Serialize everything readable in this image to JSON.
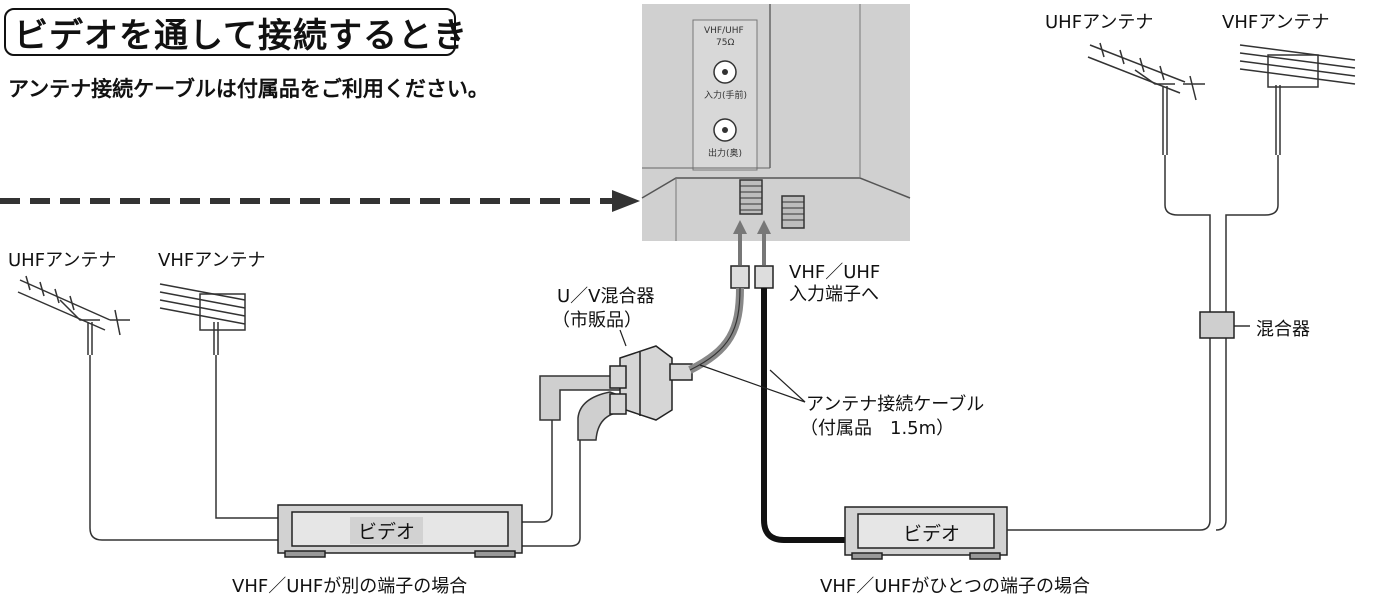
{
  "header": {
    "title": "ビデオを通して接続するとき",
    "subtitle": "アンテナ接続ケーブルは付属品をご利用ください。"
  },
  "panel": {
    "jack_label": "VHF/UHF",
    "impedance": "75Ω",
    "input_label": "入力(手前)",
    "output_label": "出力(奥)"
  },
  "left_setup": {
    "uhf_antenna": "UHFアンテナ",
    "vhf_antenna": "VHFアンテナ",
    "mixer_line1": "U／V混合器",
    "mixer_line2": "（市販品）",
    "vcr_label": "ビデオ",
    "caption": "VHF／UHFが別の端子の場合"
  },
  "center": {
    "terminal_line1": "VHF／UHF",
    "terminal_line2": "入力端子へ",
    "cable_line1": "アンテナ接続ケーブル",
    "cable_line2": "（付属品　1.5m）"
  },
  "right_setup": {
    "uhf_antenna": "UHFアンテナ",
    "vhf_antenna": "VHFアンテナ",
    "mixer_label": "混合器",
    "vcr_label": "ビデオ",
    "caption": "VHF／UHFがひとつの端子の場合"
  }
}
